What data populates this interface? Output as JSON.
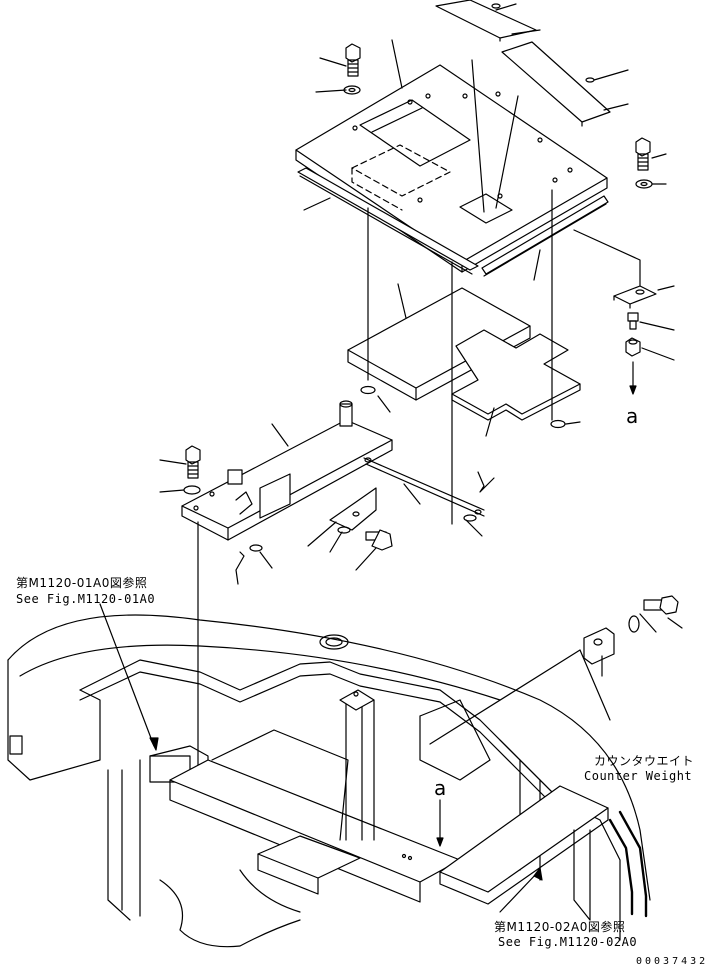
{
  "labels": {
    "ref1_jp": "第M1120-01A0図参照",
    "ref1_en": "See Fig.M1120-01A0",
    "ref2_jp": "第M1120-02A0図参照",
    "ref2_en": "See Fig.M1120-02A0",
    "counterweight_jp": "カウンタウエイト",
    "counterweight_en": "Counter Weight",
    "marker_a_upper": "a",
    "marker_a_lower": "a",
    "drawing_number": "00037432"
  }
}
